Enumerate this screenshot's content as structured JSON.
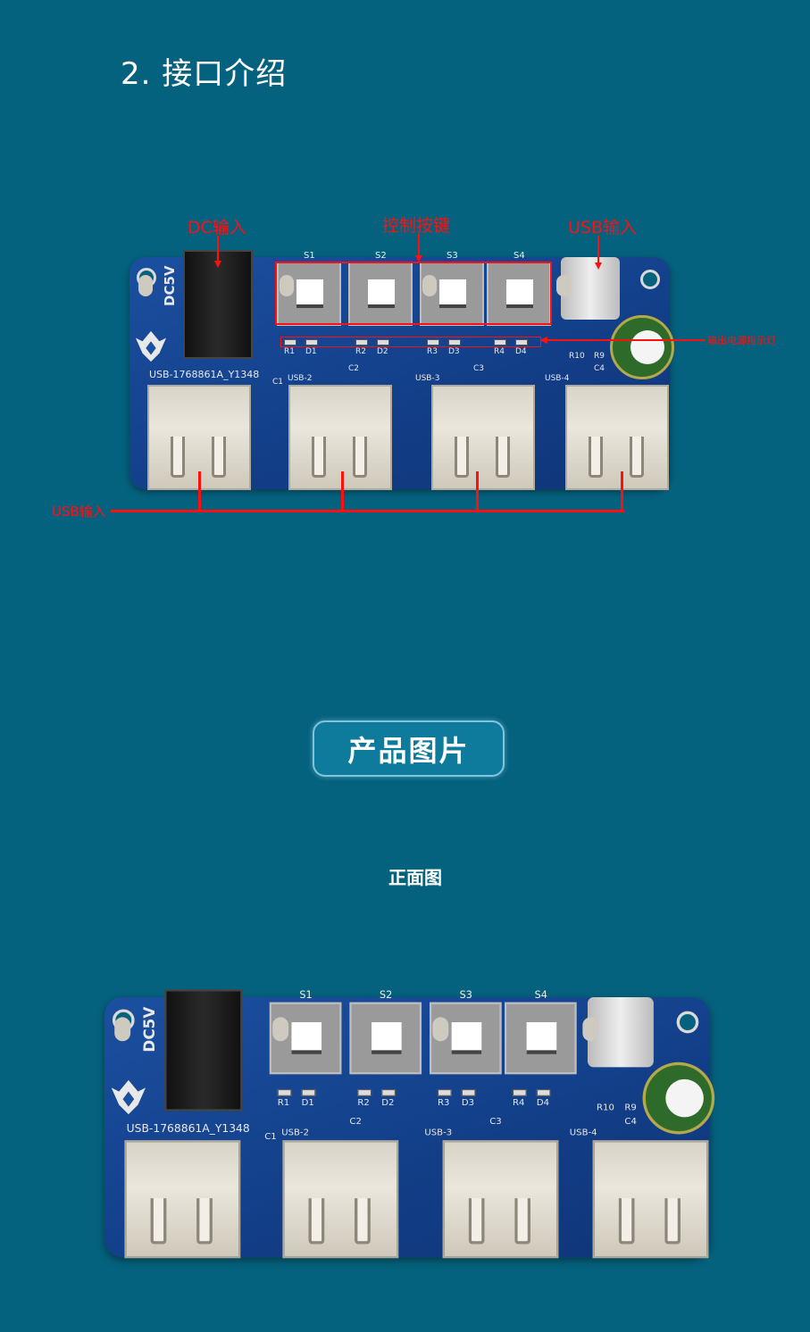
{
  "section_title": "2. 接口介绍",
  "annotations": {
    "dc_input": "DC输入",
    "control_buttons": "控制按键",
    "usb_input_top": "USB输入",
    "output_indicator": "输出电源指示灯",
    "usb_input_bottom": "USB输入"
  },
  "section_button": "产品图片",
  "front_view_label": "正面图",
  "board": {
    "dc_label": "DC5V",
    "part_number": "USB-1768861A_Y1348",
    "switches": [
      "S1",
      "S2",
      "S3",
      "S4"
    ],
    "resistors": [
      "R1",
      "R2",
      "R3",
      "R4"
    ],
    "leds": [
      "D1",
      "D2",
      "D3",
      "D4"
    ],
    "ports": [
      "USB-2",
      "USB-3",
      "USB-4"
    ],
    "caps": [
      "C1",
      "C2",
      "C3",
      "C4"
    ],
    "extra_resistors": [
      "R10",
      "R9"
    ]
  },
  "colors": {
    "background": "#05627e",
    "annotation": "#ff1010",
    "pcb": "#1b4fa0"
  }
}
